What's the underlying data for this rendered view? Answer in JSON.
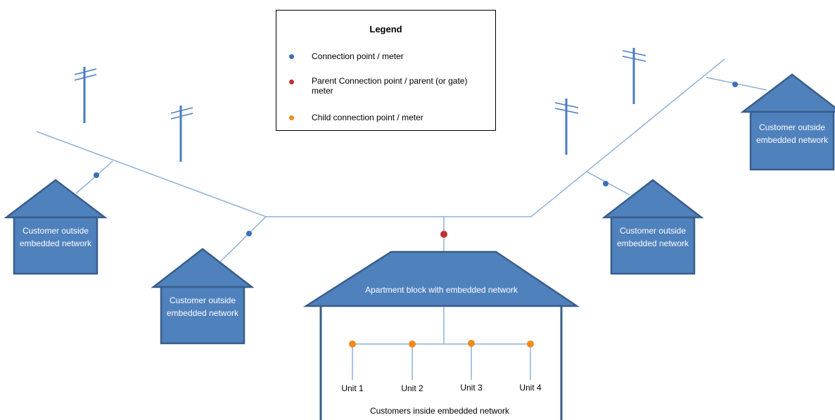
{
  "legend": {
    "title": "Legend",
    "items": [
      {
        "label": "Connection point / meter",
        "color": "#3a6fb8"
      },
      {
        "label": "Parent Connection point / parent (or gate) meter",
        "color": "#c0312c"
      },
      {
        "label": "Child connection point / meter",
        "color": "#f08a1c"
      }
    ]
  },
  "houses": {
    "left": "Customer outside embedded network",
    "middle_left": "Customer outside embedded network",
    "right": "Customer outside embedded network",
    "far_right": "Customer outside embedded network"
  },
  "apartment": {
    "label": "Apartment block with embedded network",
    "units": [
      "Unit 1",
      "Unit 2",
      "Unit 3",
      "Unit 4"
    ],
    "caption": "Customers inside embedded network"
  },
  "colors": {
    "house_fill": "#4f81bd",
    "house_stroke": "#385d8a",
    "line": "#8fb0da",
    "pole": "#4a7cc0"
  }
}
